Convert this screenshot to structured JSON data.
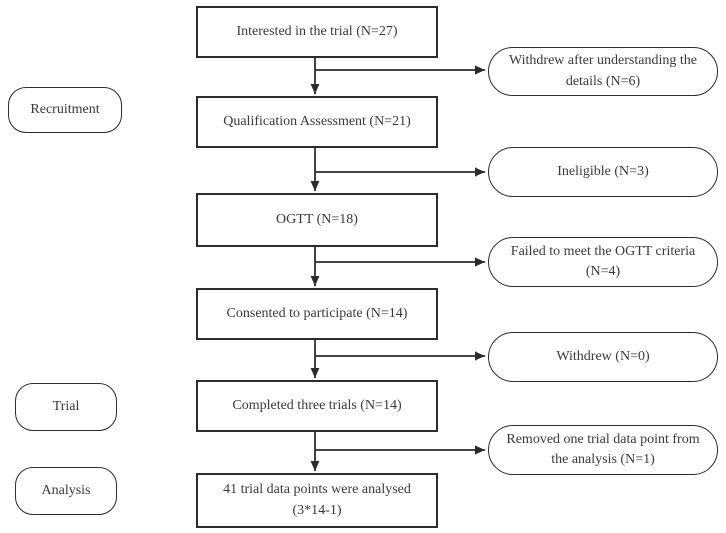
{
  "figure": {
    "background": "#ffffff",
    "line_color": "#2c2c2c",
    "text_color": "#3a3a3a",
    "phases": [
      {
        "label": "Recruitment"
      },
      {
        "label": "Trial"
      },
      {
        "label": "Analysis"
      }
    ],
    "steps": [
      {
        "label": "Interested in the trial (N=27)"
      },
      {
        "label": "Qualification Assessment (N=21)"
      },
      {
        "label": "OGTT (N=18)"
      },
      {
        "label": "Consented to participate (N=14)"
      },
      {
        "label": "Completed three trials (N=14)"
      },
      {
        "label": "41 trial data points were analysed (3*14-1)"
      }
    ],
    "exclusions": [
      {
        "label": "Withdrew after understanding the details (N=6)"
      },
      {
        "label": "Ineligible (N=3)"
      },
      {
        "label": "Failed to meet the OGTT criteria (N=4)"
      },
      {
        "label": "Withdrew (N=0)"
      },
      {
        "label": "Removed one trial data point from the analysis (N=1)"
      }
    ]
  }
}
